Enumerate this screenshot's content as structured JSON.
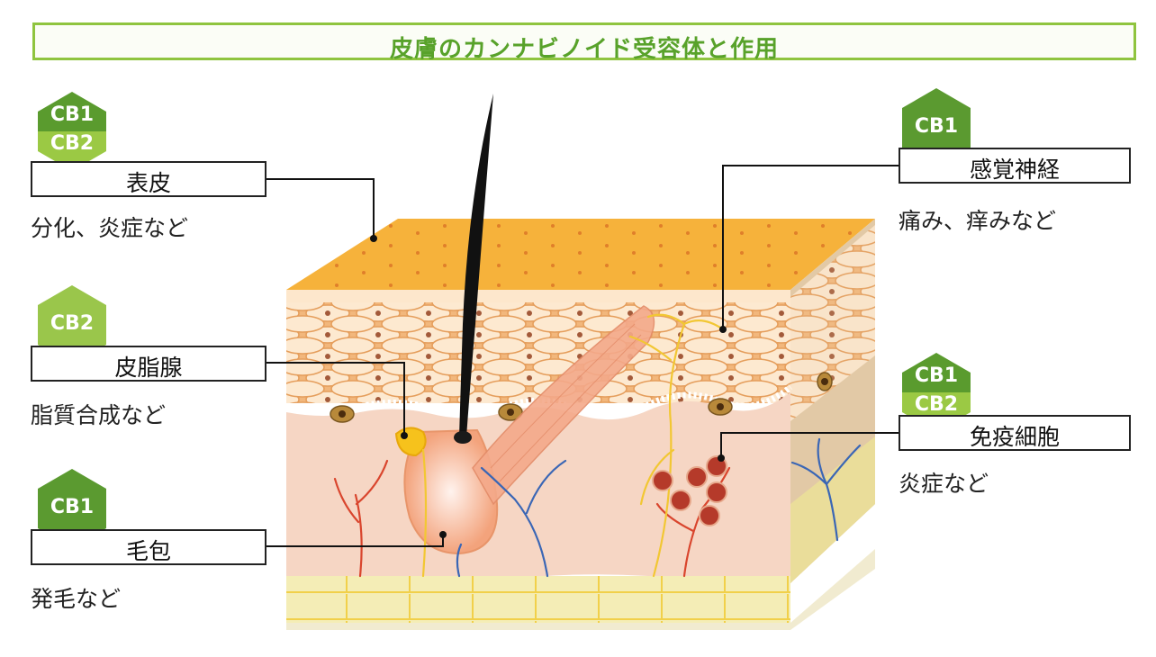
{
  "title": "皮膚のカンナビノイド受容体と作用",
  "callouts": {
    "epidermis": {
      "receptors": [
        "CB1",
        "CB2"
      ],
      "name": "表皮",
      "effect": "分化、炎症など"
    },
    "sebaceous_gland": {
      "receptors": [
        "CB2"
      ],
      "name": "皮脂腺",
      "effect": "脂質合成など"
    },
    "hair_follicle": {
      "receptors": [
        "CB1"
      ],
      "name": "毛包",
      "effect": "発毛など"
    },
    "sensory_nerve": {
      "receptors": [
        "CB1"
      ],
      "name": "感覚神経",
      "effect": "痛み、痒みなど"
    },
    "immune_cells": {
      "receptors": [
        "CB1",
        "CB2"
      ],
      "name": "免疫細胞",
      "effect": "炎症など"
    }
  }
}
